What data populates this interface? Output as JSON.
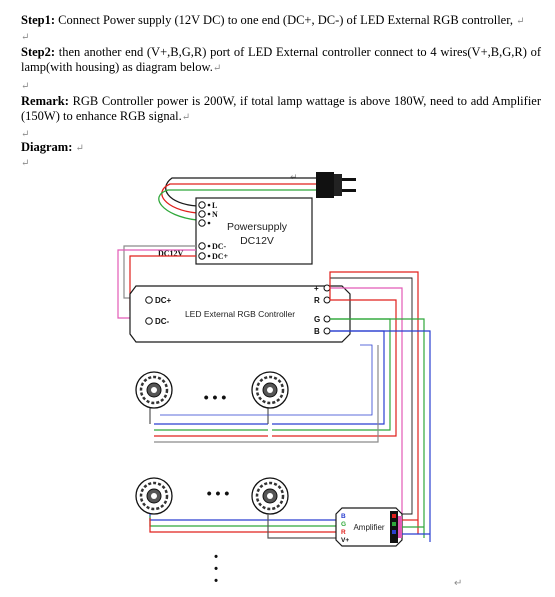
{
  "step1": {
    "label": "Step1:",
    "text": " Connect Power supply (12V DC) to one end (DC+, DC-) of LED External RGB controller,"
  },
  "step2": {
    "label": "Step2:",
    "text": " then another end (V+,B,G,R) port of LED External controller connect to 4 wires(V+,B,G,R) of lamp(with housing) as diagram below."
  },
  "remark": {
    "label": "Remark:",
    "text": " RGB Controller power is 200W, if total lamp wattage is above 180W, need to add Amplifier (150W) to enhance RGB signal."
  },
  "diagram_heading": "Diagram:",
  "paragraph_mark": "↵",
  "diagram": {
    "powersupply": {
      "name_line1": "Powersupply",
      "name_line2": "DC12V",
      "terminals": [
        "L",
        "N",
        "",
        "DC-",
        "DC+"
      ],
      "dc_label": "DC12V"
    },
    "controller": {
      "name": "LED External RGB Controller",
      "left_terminals": [
        "DC+",
        "DC-"
      ],
      "right_terminals": [
        "+",
        "R",
        "G",
        "B"
      ]
    },
    "amplifier": {
      "name": "Amplifier",
      "left_terminals": [
        "B",
        "G",
        "R",
        "V+"
      ]
    },
    "ellipsis": "• • •",
    "colors": {
      "red": "#e0201c",
      "green": "#2fa83a",
      "blue": "#2a3fd0",
      "pink": "#e25ab6",
      "gray": "#8a8a8a",
      "black": "#1a1a1a"
    }
  }
}
